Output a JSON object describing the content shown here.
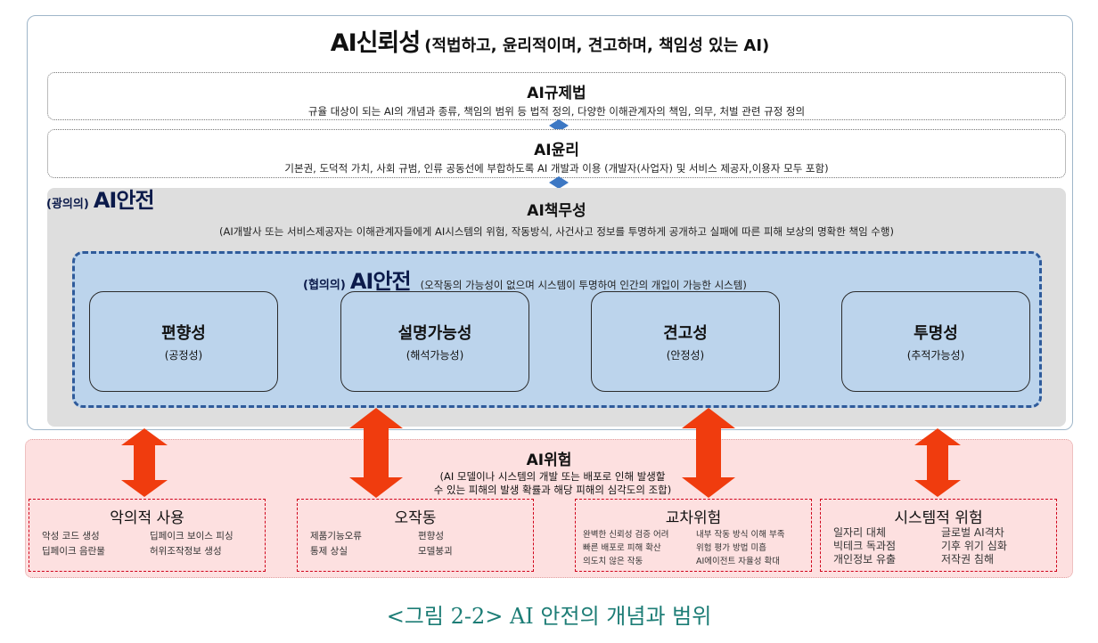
{
  "title": {
    "main": "AI신뢰성",
    "sub": "(적법하고, 윤리적이며, 견고하며, 책임성 있는 AI)"
  },
  "law": {
    "title": "AI규제법",
    "desc": "규율 대상이 되는 AI의 개념과 종류, 책임의 범위 등 법적 정의, 다양한 이해관계자의 책임, 의무, 처벌 관련 규정 정의"
  },
  "ethics": {
    "title": "AI윤리",
    "desc": "기본권, 도덕적 가치, 사회 규범, 인류 공동선에 부합하도록 AI 개발과 이용 (개발자(사업자) 및 서비스 제공자,이용자 모두 포함)"
  },
  "broad": {
    "prefix": "(광의의)",
    "label": "AI안전"
  },
  "accountability": {
    "title": "AI책무성",
    "desc": "(AI개발사 또는 서비스제공자는 이해관계자들에게 AI시스템의 위험, 작동방식, 사건사고 정보를 투명하게 공개하고 실패에 따른 피해 보상의 명확한 책임 수행)"
  },
  "narrow": {
    "prefix": "(협의의)",
    "label": "AI안전",
    "desc": "(오작동의 가능성이 없으며 시스템이 투명하여 인간의 개입이 가능한 시스템)"
  },
  "properties": [
    {
      "name": "편향성",
      "sub": "(공정성)"
    },
    {
      "name": "설명가능성",
      "sub": "(해석가능성)"
    },
    {
      "name": "견고성",
      "sub": "(안정성)"
    },
    {
      "name": "투명성",
      "sub": "(추적가능성)"
    }
  ],
  "risk": {
    "title": "AI위험",
    "desc_line1": "(AI 모델이나 시스템의 개발 또는 배포로 인해 발생할",
    "desc_line2": "수 있는 피해의 발생 확률과 해당 피해의 심각도의 조합)"
  },
  "risk_boxes": [
    {
      "title": "악의적 사용",
      "items": [
        "악성 코드 생성",
        "딥페이크 보이스 피싱",
        "딥페이크 음란물",
        "허위조작정보 생성"
      ]
    },
    {
      "title": "오작동",
      "items": [
        "제품기능오류",
        "편향성",
        "통제 상실",
        "모델붕괴"
      ]
    },
    {
      "title": "교차위험",
      "items": [
        "완벽한 신뢰성 검증 어려",
        "내부 작동 방식 이해 부족",
        "빠른 배포로 피해 확산",
        "위험 평가 방법 미흡",
        "의도치 않은 작동",
        "AI에이전트 자율성 확대"
      ]
    },
    {
      "title": "시스템적 위험",
      "items": [
        "일자리 대체",
        "글로벌 AI격차",
        "빅테크 독과점",
        "기후 위기 심화",
        "개인정보 유출",
        "저작권 침해"
      ]
    }
  ],
  "caption": "<그림 2-2> AI 안전의 개념과 범위",
  "colors": {
    "accent_blue": "#2f5b9b",
    "arrow_red": "#f03c0e",
    "risk_bg": "#fde0e0",
    "caption_teal": "#1d7d76"
  }
}
